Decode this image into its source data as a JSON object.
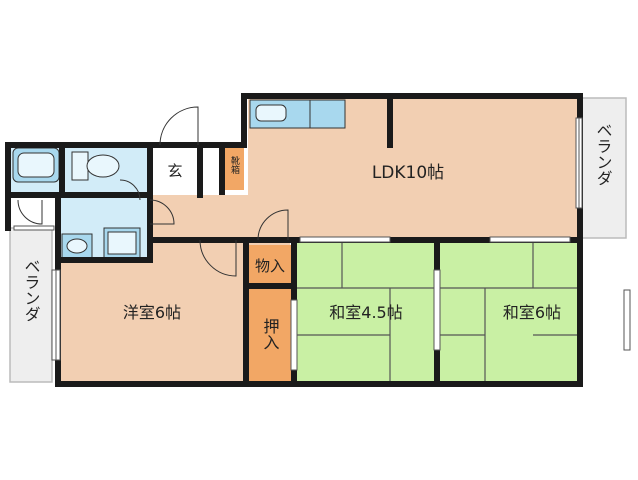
{
  "rooms": {
    "ldk": "LDK10帖",
    "yoshitsu": "洋室6帖",
    "washitsu_small": "和室4.5帖",
    "washitsu_large": "和室6帖",
    "genkan": "玄",
    "kutsubako": "靴箱",
    "monoire": "物入",
    "oshiire": "押入"
  },
  "balcony": {
    "right": "ベランダ",
    "left": "ベランダ"
  },
  "colors": {
    "wall": "#1a1a1a",
    "wood_floor": "#f2cfb2",
    "tatami": "#c9f0a4",
    "wet_area": "#d2ecf8",
    "storage": "#f2a765",
    "balcony": "#eeeeee",
    "fixture": "#a8d8ee"
  }
}
